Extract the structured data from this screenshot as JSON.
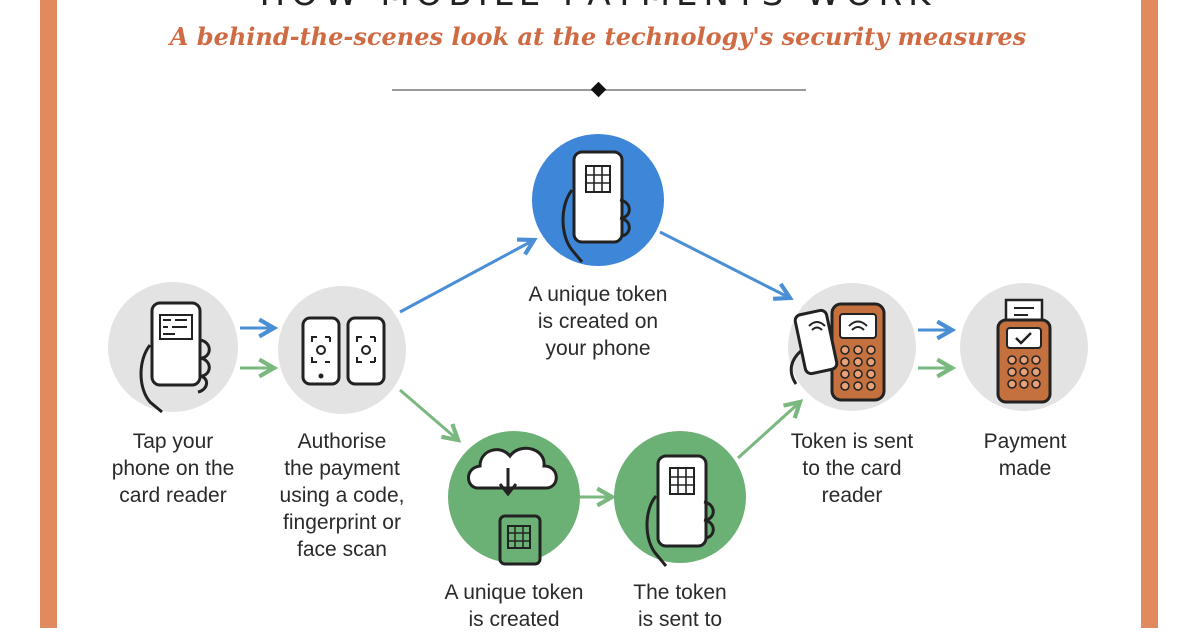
{
  "header": {
    "title": "HOW MOBILE PAYMENTS WORK",
    "subtitle": "A behind-the-scenes look at the technology's security measures"
  },
  "colors": {
    "frame": "#e08a5e",
    "blue": "#4a8fd6",
    "blue_fill": "#3d86d8",
    "green": "#7ab87f",
    "green_fill": "#6bb074",
    "grey_circle": "#e3e3e3",
    "accent_orange": "#c4703f"
  },
  "steps": {
    "tap": "Tap your\nphone on the\ncard reader",
    "authorise": "Authorise\nthe payment\nusing a code,\nfingerprint or\nface scan",
    "token_phone": "A unique token\nis created on\nyour phone",
    "token_cloud": "A unique token\nis created",
    "token_sent": "The token\nis sent to",
    "token_reader": "Token is sent\nto the card\nreader",
    "payment": "Payment\nmade"
  },
  "icons": {
    "tap": "phone-in-hand-icon",
    "authorise": "two-phones-biometric-icon",
    "token_phone": "phone-token-icon",
    "token_cloud": "cloud-download-token-icon",
    "token_sent": "phone-token-icon",
    "token_reader": "phone-contactless-reader-icon",
    "payment": "card-reader-receipt-icon"
  }
}
